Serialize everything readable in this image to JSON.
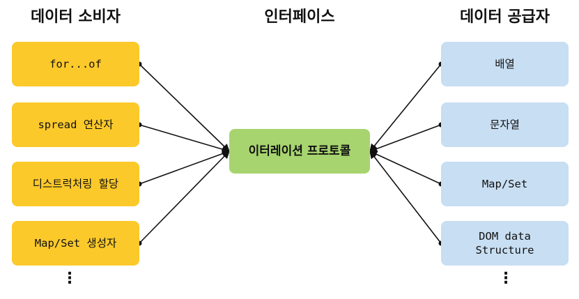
{
  "headings": {
    "consumer": "데이터 소비자",
    "interface": "인터페이스",
    "provider": "데이터 공급자"
  },
  "consumers": [
    "for...of",
    "spread 연산자",
    "디스트럭처링 할당",
    "Map/Set 생성자"
  ],
  "interface_label": "이터레이션 프로토콜",
  "providers": [
    "배열",
    "문자열",
    "Map/Set",
    "DOM data\nStructure"
  ],
  "ellipsis": "⋮",
  "colors": {
    "consumer": "#fcc92b",
    "interface": "#a7d46f",
    "provider": "#c8def2",
    "line": "#111111"
  }
}
